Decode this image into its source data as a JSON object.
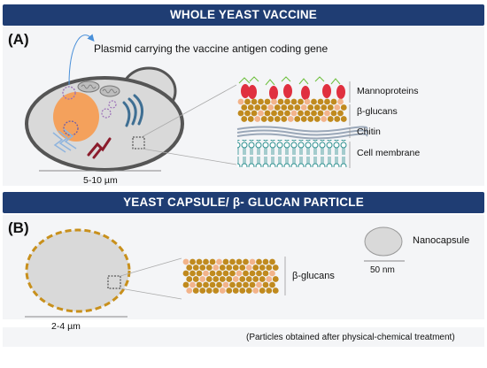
{
  "panel_a": {
    "title": "WHOLE YEAST VACCINE",
    "letter": "(A)",
    "plasmid_label": "Plasmid carrying the vaccine antigen coding gene",
    "size_label": "5-10 µm",
    "layers": [
      "Mannoproteins",
      "β-glucans",
      "Chitin",
      "Cell membrane"
    ]
  },
  "panel_b": {
    "title": "YEAST  CAPSULE/ β- GLUCAN PARTICLE",
    "letter": "(B)",
    "size_label": "2-4 µm",
    "glucan_label": "β-glucans",
    "nanocapsule_label": "Nanocapsule",
    "nano_size_label": "50 nm",
    "footnote": "(Particles obtained after physical-chemical treatment)"
  },
  "colors": {
    "banner": "#1f3d73",
    "glucan_dark": "#c08a1e",
    "glucan_light": "#f2b38a",
    "mannoprotein": "#e0303f",
    "capsule_border": "#c8901c",
    "cell_grey": "#d9d9d9"
  }
}
